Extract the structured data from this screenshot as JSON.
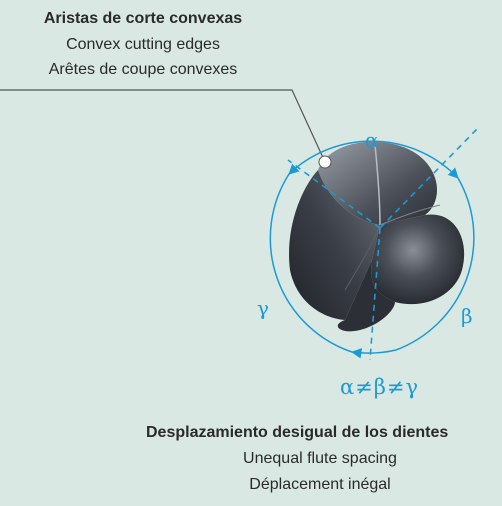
{
  "top_label": {
    "es": "Aristas de corte convexas",
    "en": "Convex cutting edges",
    "fr": "Arêtes de coupe convexes"
  },
  "angles": {
    "alpha": "α",
    "beta": "β",
    "gamma": "γ",
    "inequality": "α≠β≠γ"
  },
  "bottom_label": {
    "es": "Desplazamiento desigual de los dientes",
    "en": "Unequal flute spacing",
    "fr": "Déplacement inégal"
  },
  "colors": {
    "background": "#d9e8e3",
    "accent": "#1b9ad6",
    "text": "#2a2a2a",
    "leader": "#555555"
  }
}
